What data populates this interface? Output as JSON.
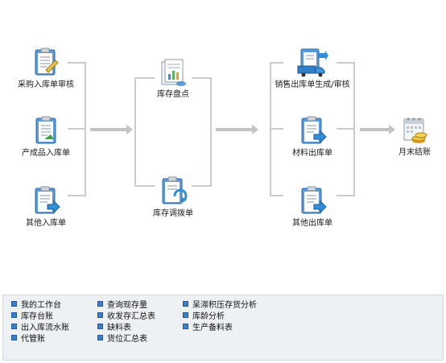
{
  "nodes": {
    "purchase_in_review": "采购入库单审核",
    "finished_goods_in": "产成品入库单",
    "other_in": "其他入库单",
    "stock_count": "库存盘点",
    "stock_transfer": "库存调拨单",
    "sales_out": "销售出库单生成/审核",
    "material_out": "材料出库单",
    "other_out": "其他出库单",
    "month_end": "月末结账"
  },
  "icons": {
    "purchase_in_review": "clipboard-document-icon",
    "finished_goods_in": "clipboard-document-icon",
    "other_in": "clipboard-arrow-icon",
    "stock_count": "document-chart-icon",
    "stock_transfer": "clipboard-transfer-icon",
    "sales_out": "clipboard-truck-icon",
    "material_out": "clipboard-arrow-icon",
    "other_out": "clipboard-arrow-icon",
    "month_end": "calendar-coins-icon"
  },
  "quick_links": {
    "col1": [
      "我的工作台",
      "库存台账",
      "出入库流水账",
      "代管账"
    ],
    "col2": [
      "查询现存量",
      "收发存汇总表",
      "缺料表",
      "货位汇总表"
    ],
    "col3": [
      "呆滞积压存货分析",
      "库龄分析",
      "生产备料表"
    ]
  },
  "colors": {
    "accent": "#3c7fc8",
    "connector": "#c9c9c9",
    "panel_bg": "#eef1f4"
  }
}
